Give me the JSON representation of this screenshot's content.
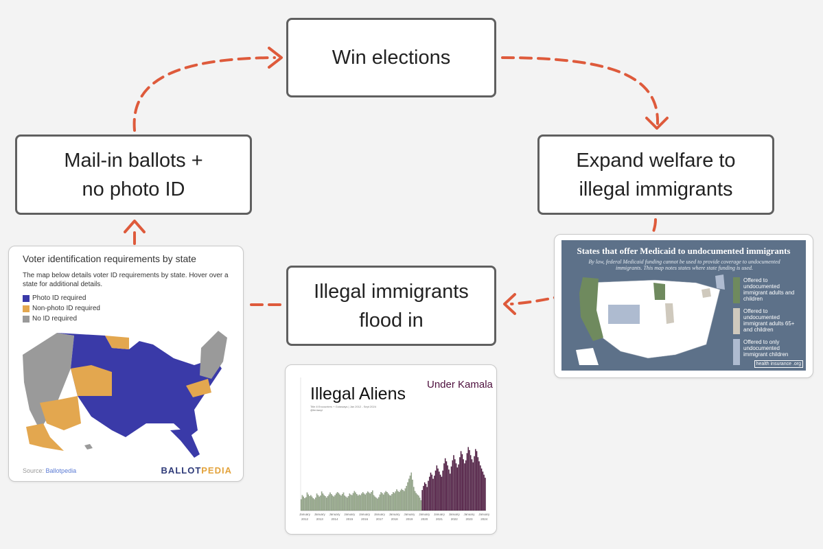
{
  "nodes": {
    "win": {
      "line1": "Win elections"
    },
    "expand": {
      "line1": "Expand welfare to",
      "line2": "illegal immigrants"
    },
    "flood": {
      "line1": "Illegal immigrants",
      "line2": "flood in"
    },
    "mail": {
      "line1": "Mail-in ballots +",
      "line2": "no photo ID"
    }
  },
  "colors": {
    "arrow": "#de5a3b",
    "node_border": "#5f5f5f",
    "photo_id": "#3a3aa8",
    "non_photo_id": "#e3a74f",
    "no_id": "#9a9a9a",
    "medicaid_panel": "#5d7189",
    "offered_children": "#6f8a5e",
    "offered_65": "#cfc9bd",
    "offered_only_children": "#aebbd0",
    "pre_bars": "#9cb28e",
    "kamala_bars": "#4d0f3d"
  },
  "voter_card": {
    "title": "Voter identification requirements by state",
    "description": "The map below details voter ID requirements by state. Hover over a state for additional details.",
    "legend": [
      "Photo ID required",
      "Non-photo ID required",
      "No ID required"
    ],
    "source_label": "Source:",
    "source_name": "Ballotpedia",
    "brand_a": "BALLOT",
    "brand_b": "PEDIA"
  },
  "medicaid_card": {
    "title": "States that offer Medicaid to undocumented immigrants",
    "subtitle": "By law, federal Medicaid funding cannot be used to provide coverage to undocumented immigrants. This map notes states where state funding is used.",
    "legend": [
      "Offered to undocumented immigrant adults and children",
      "Offered to undocumented immigrant adults 65+ and children",
      "Offered to only undocumented immigrant children"
    ],
    "logo": "health insurance .org"
  },
  "chart_data": {
    "type": "bar",
    "title": "Illegal Aliens",
    "annotation": "Under Kamala",
    "subtitle": "Title 8 Encounters + Gotaways | Jan 2012 - Sept 2024",
    "handle": "@fentanyl",
    "x_tick_labels": [
      "January 2012",
      "January 2013",
      "January 2014",
      "January 2015",
      "January 2016",
      "January 2017",
      "January 2018",
      "January 2019",
      "January 2020",
      "January 2021",
      "January 2022",
      "January 2023",
      "January 2024"
    ],
    "series": [
      {
        "name": "",
        "values": [
          22,
          30,
          27,
          24,
          26,
          35,
          31,
          28,
          30,
          27,
          24,
          22,
          25,
          33,
          30,
          27,
          29,
          37,
          33,
          30,
          28,
          25,
          28,
          31,
          35,
          32,
          29,
          27,
          30,
          33,
          36,
          34,
          31,
          29,
          32,
          35,
          29,
          27,
          25,
          28,
          33,
          31,
          30,
          34,
          38,
          35,
          32,
          29,
          31,
          30,
          33,
          36,
          33,
          31,
          34,
          37,
          35,
          33,
          36,
          39,
          30,
          27,
          25,
          23,
          26,
          31,
          36,
          34,
          31,
          35,
          38,
          36,
          33,
          30,
          29,
          32,
          36,
          34,
          37,
          41,
          38,
          36,
          39,
          42,
          40,
          38,
          43,
          48,
          55,
          62,
          68,
          74,
          60,
          46,
          38,
          34,
          31,
          29,
          25,
          20
        ]
      },
      {
        "name": "",
        "values": [
          40,
          48,
          55,
          52,
          46,
          58,
          66,
          74,
          70,
          62,
          68,
          78,
          88,
          82,
          76,
          70,
          66,
          78,
          92,
          102,
          96,
          88,
          80,
          72,
          86,
          98,
          108,
          100,
          92,
          84,
          90,
          104,
          116,
          110,
          100,
          92,
          98,
          112,
          124,
          118,
          108,
          100,
          94,
          106,
          120,
          116,
          104,
          96,
          88,
          82,
          76,
          70,
          64
        ]
      }
    ],
    "ylim": [
      0,
      260
    ]
  }
}
